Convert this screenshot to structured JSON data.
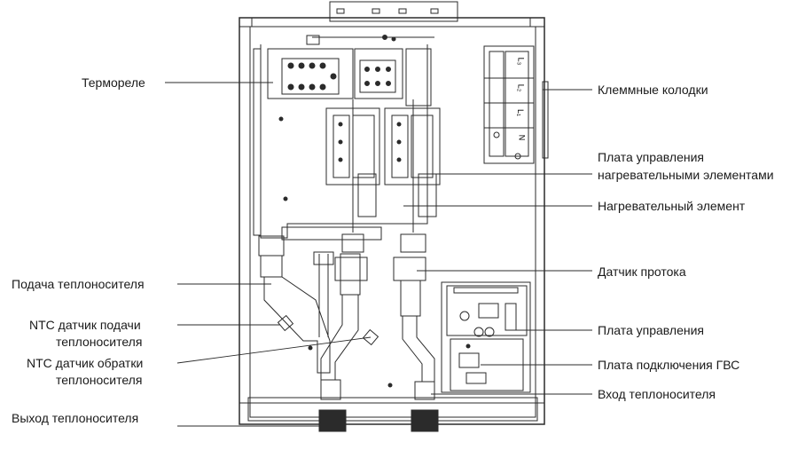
{
  "labels": {
    "left": {
      "thermorelay": "Термореле",
      "supply": "Подача теплоносителя",
      "ntc_supply_1": "NTC датчик подачи",
      "ntc_supply_2": "теплоносителя",
      "ntc_return_1": "NTC датчик обратки",
      "ntc_return_2": "теплоносителя",
      "outlet": "Выход теплоносителя"
    },
    "right": {
      "terminal_blocks": "Клеммные колодки",
      "heater_board_1": "Плата управления",
      "heater_board_2": "нагревательными элементами",
      "heating_element": "Нагревательный элемент",
      "flow_sensor": "Датчик протока",
      "control_board": "Плата управления",
      "dhw_board": "Плата подключения ГВС",
      "inlet": "Вход теплоносителя"
    }
  },
  "terminal_marks": [
    "L₃",
    "L₂",
    "L₁",
    "N"
  ],
  "colors": {
    "line": "#2b2b2b",
    "text": "#1a1a1a",
    "background": "#ffffff"
  }
}
